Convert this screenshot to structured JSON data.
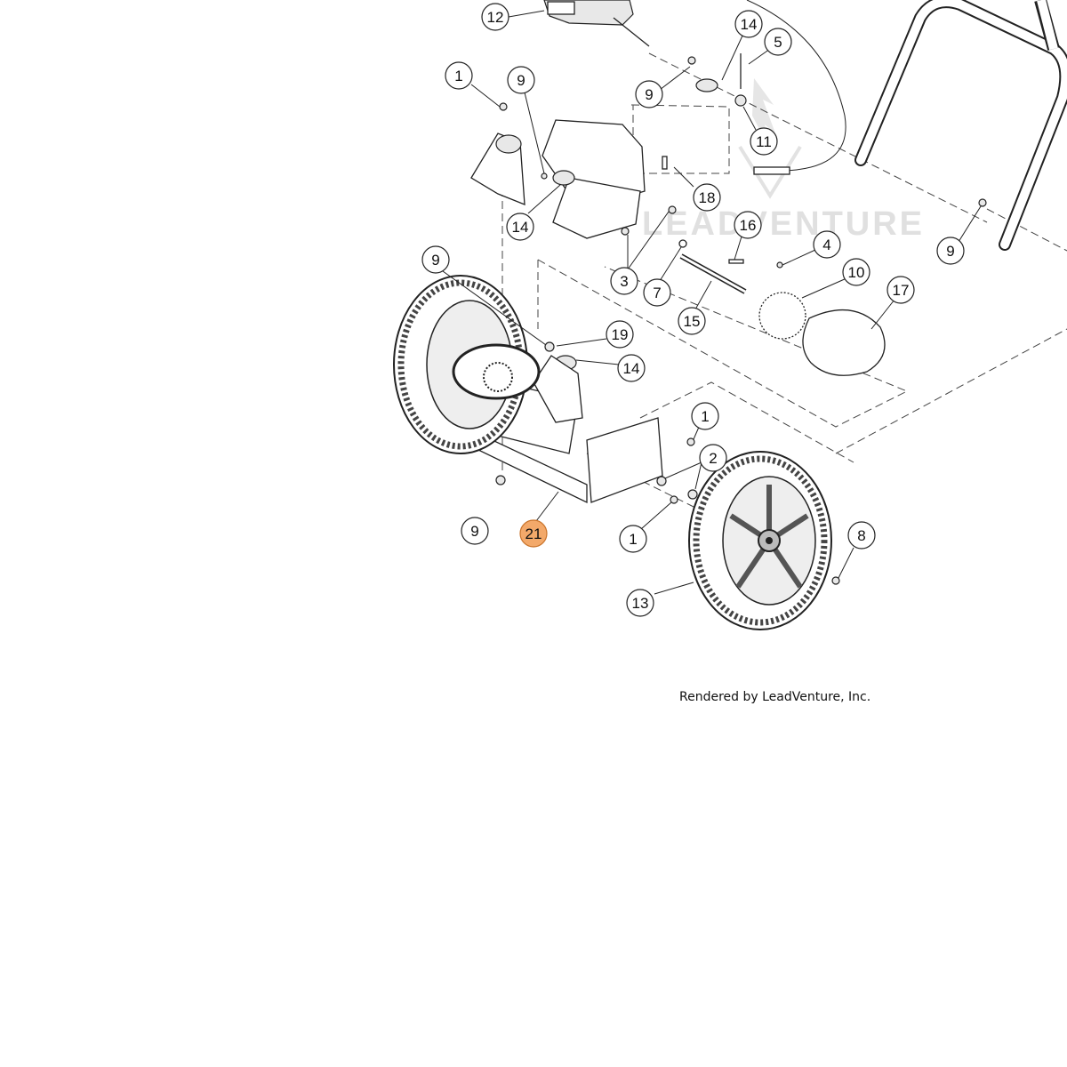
{
  "watermark": {
    "text": "LEADVENTURE",
    "color": "#d9d9d9"
  },
  "credit": "Rendered by LeadVenture, Inc.",
  "highlight_color": "#f3a96a",
  "callouts": [
    {
      "id": "12",
      "label": "12"
    },
    {
      "id": "14a",
      "label": "14"
    },
    {
      "id": "5",
      "label": "5"
    },
    {
      "id": "1a",
      "label": "1"
    },
    {
      "id": "9a",
      "label": "9"
    },
    {
      "id": "9b",
      "label": "9"
    },
    {
      "id": "11",
      "label": "11"
    },
    {
      "id": "18",
      "label": "18"
    },
    {
      "id": "14b",
      "label": "14"
    },
    {
      "id": "16",
      "label": "16"
    },
    {
      "id": "4",
      "label": "4"
    },
    {
      "id": "9c",
      "label": "9"
    },
    {
      "id": "9d",
      "label": "9"
    },
    {
      "id": "10",
      "label": "10"
    },
    {
      "id": "3",
      "label": "3"
    },
    {
      "id": "7",
      "label": "7"
    },
    {
      "id": "17",
      "label": "17"
    },
    {
      "id": "15",
      "label": "15"
    },
    {
      "id": "19",
      "label": "19"
    },
    {
      "id": "14c",
      "label": "14"
    },
    {
      "id": "1b",
      "label": "1"
    },
    {
      "id": "2",
      "label": "2"
    },
    {
      "id": "9e",
      "label": "9"
    },
    {
      "id": "21",
      "label": "21",
      "highlighted": true
    },
    {
      "id": "1c",
      "label": "1"
    },
    {
      "id": "8",
      "label": "8"
    },
    {
      "id": "13",
      "label": "13"
    }
  ]
}
